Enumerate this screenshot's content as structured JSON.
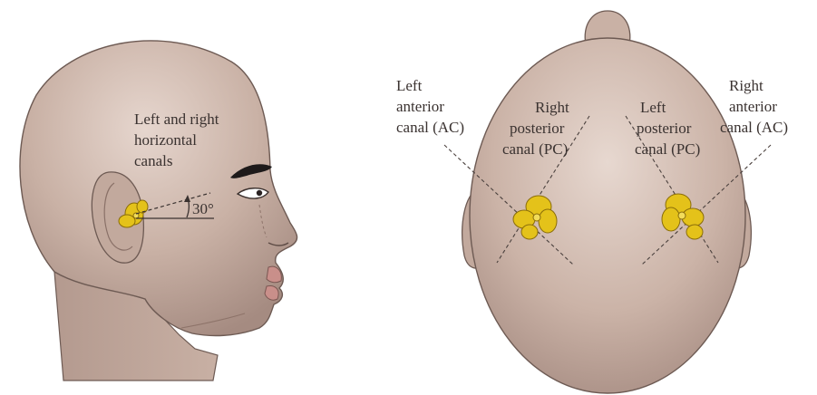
{
  "side_view": {
    "label_line1": "Left and right",
    "label_line2": "horizontal",
    "label_line3": "canals",
    "angle_label": "30°"
  },
  "top_view": {
    "left_anterior": {
      "line1": "Left",
      "line2": "anterior",
      "line3": "canal (AC)"
    },
    "right_posterior": {
      "line1": "Right",
      "line2": "posterior",
      "line3": "canal (PC)"
    },
    "left_posterior": {
      "line1": "Left",
      "line2": "posterior",
      "line3": "canal (PC)"
    },
    "right_anterior": {
      "line1": "Right",
      "line2": "anterior",
      "line3": "canal (AC)"
    }
  },
  "colors": {
    "skin": "#c9b1a5",
    "skin_shadow": "#a48a80",
    "skin_highlight": "#e3d3cb",
    "canal_gold": "#e4c21a",
    "text": "#3a3230",
    "lip": "#c98f8a"
  }
}
